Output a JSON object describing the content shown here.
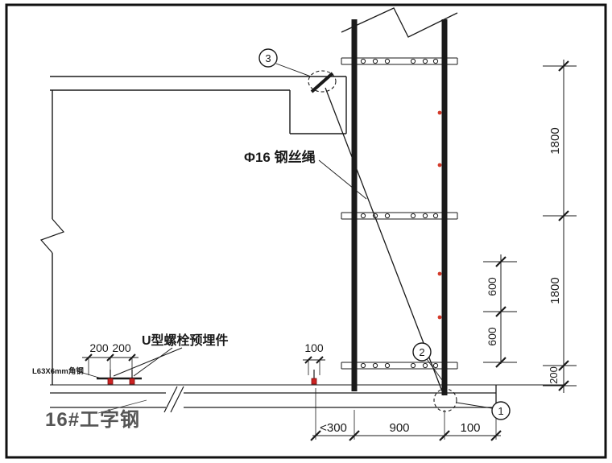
{
  "drawing": {
    "labels": {
      "wire_rope": "Φ16 钢丝绳",
      "u_bolt": "U型螺栓预埋件",
      "angle_steel": "L63X6mm角钢",
      "i_beam": "16#工字钢"
    },
    "balloons": {
      "n3": "3",
      "n2": "2",
      "n1": "1"
    },
    "dims": {
      "right_upper": "1800",
      "right_lower": "1800",
      "right_bottom": "200",
      "mid_upper": "600",
      "mid_lower": "600",
      "left_first": "200",
      "left_second": "200",
      "anchor_offset": "100",
      "bottom_left": "<300",
      "bottom_center": "900",
      "bottom_right": "100"
    },
    "colors": {
      "ink": "#1a1a1a",
      "rebar_red": "#d43a2a",
      "beam_label_gray": "#555555"
    }
  }
}
